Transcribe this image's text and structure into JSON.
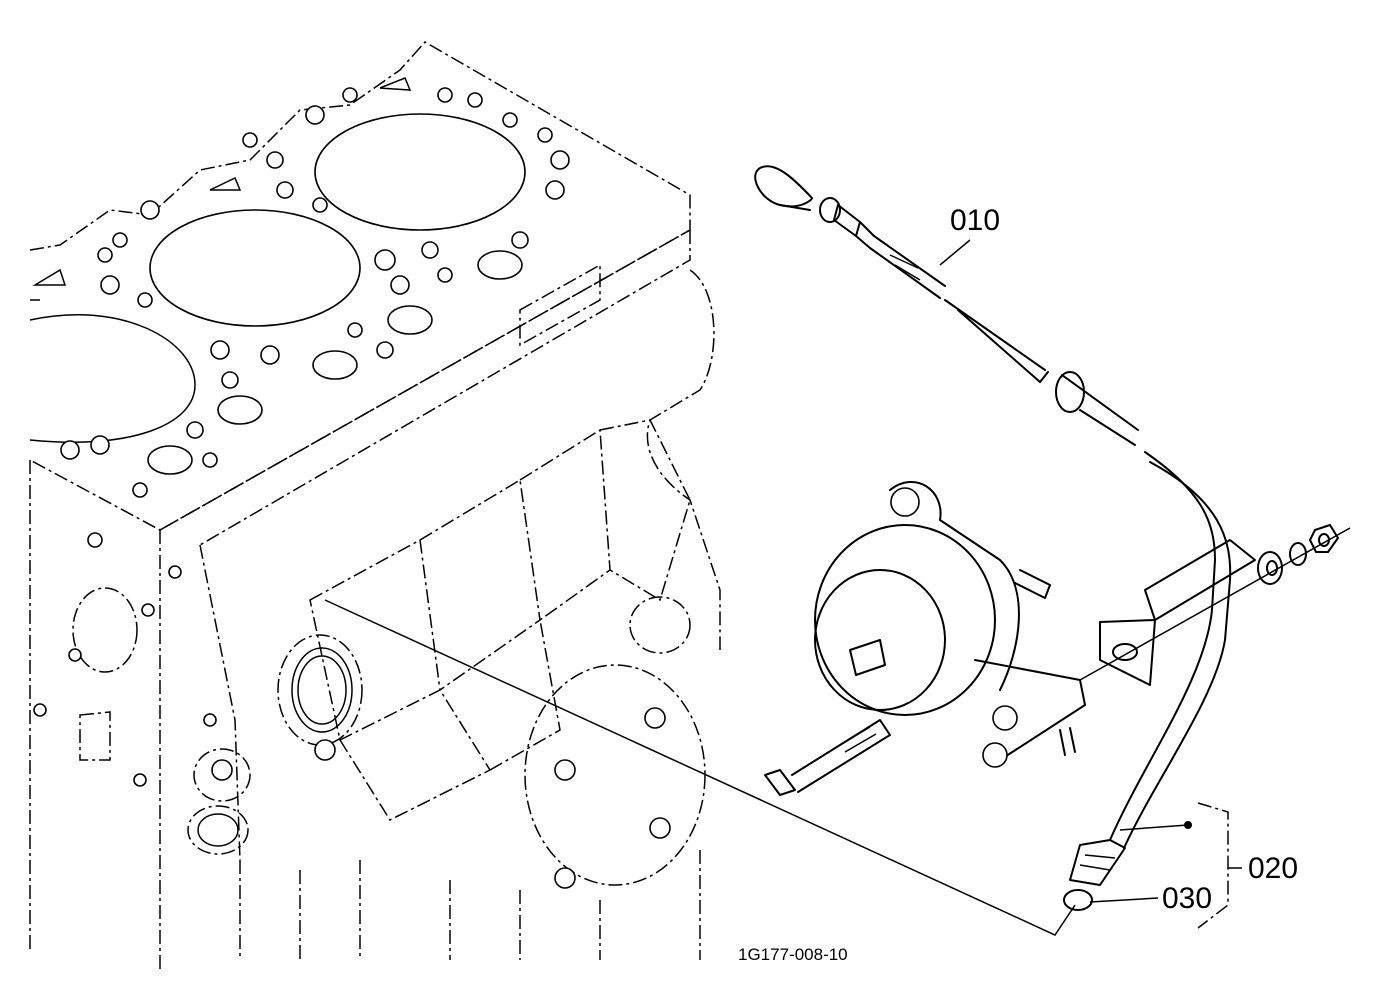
{
  "callouts": [
    {
      "id": "010",
      "text": "010"
    },
    {
      "id": "020",
      "text": "020"
    },
    {
      "id": "030",
      "text": "030"
    }
  ],
  "drawing_number": "1G177-008-10"
}
